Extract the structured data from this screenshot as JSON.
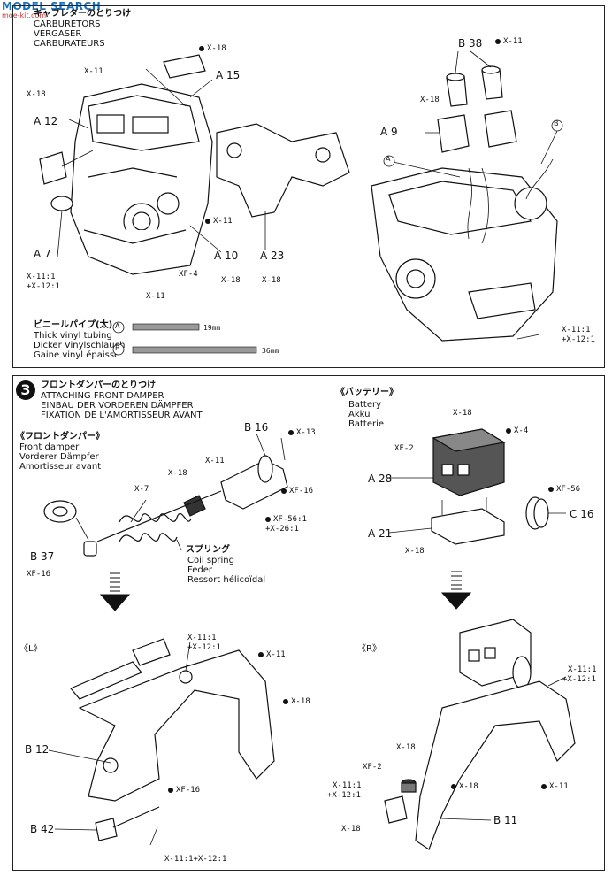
{
  "watermark": {
    "site": "MODEL SEARCH",
    "sub": "moe-kit.com"
  },
  "step2": {
    "title_jp": "キャブレターのとりつけ",
    "title_en": "CARBURETORS",
    "title_de": "VERGASER",
    "title_fr": "CARBURATEURS",
    "parts_left": [
      "A 15",
      "A 12",
      "A 7",
      "A 10",
      "A 23"
    ],
    "parts_right": [
      "B 38",
      "A 9"
    ],
    "screws": {
      "x18": "X-18",
      "x11": "X-11",
      "xf4": "XF-4",
      "x11_1": "X-11:1",
      "x12_1": "+X-12:1"
    },
    "tube_marks": {
      "a": "A",
      "b": "B"
    },
    "vinyl": {
      "title_jp": "ビニールパイプ(太)",
      "en": "Thick vinyl tubing",
      "de": "Dicker Vinylschlauch",
      "fr": "Gaine vinyl épaisse",
      "a_len": "19mm",
      "b_len": "36mm"
    }
  },
  "step3": {
    "number": "3",
    "title_jp": "フロントダンパーのとりつけ",
    "title_en": "ATTACHING FRONT DAMPER",
    "title_de": "EINBAU DER VORDEREN DÄMPFER",
    "title_fr": "FIXATION DE L'AMORTISSEUR AVANT",
    "damper": {
      "title_jp": "《フロントダンパー》",
      "en": "Front damper",
      "de": "Vorderer Dämpfer",
      "fr": "Amortisseur avant"
    },
    "spring": {
      "jp": "スプリング",
      "en": "Coil spring",
      "de": "Feder",
      "fr": "Ressort hélicoïdal"
    },
    "battery": {
      "title_jp": "《バッテリー》",
      "en": "Battery",
      "de": "Akku",
      "fr": "Batterie"
    },
    "parts": [
      "B 16",
      "B 37",
      "A 28",
      "A 21",
      "C 16",
      "B 12",
      "B 42",
      "B 11"
    ],
    "screws": {
      "x13": "X-13",
      "x11": "X-11",
      "x18": "X-18",
      "x7": "X-7",
      "xf16": "XF-16",
      "xf56_1": "XF-56:1",
      "x26_1": "+X-26:1",
      "x4": "X-4",
      "xf2": "XF-2",
      "xf56": "XF-56",
      "x11_1": "X-11:1",
      "x12_1": "+X-12:1",
      "mix_line": "X-11:1+X-12:1"
    },
    "views": {
      "left": "《L》",
      "right": "《R》"
    }
  }
}
